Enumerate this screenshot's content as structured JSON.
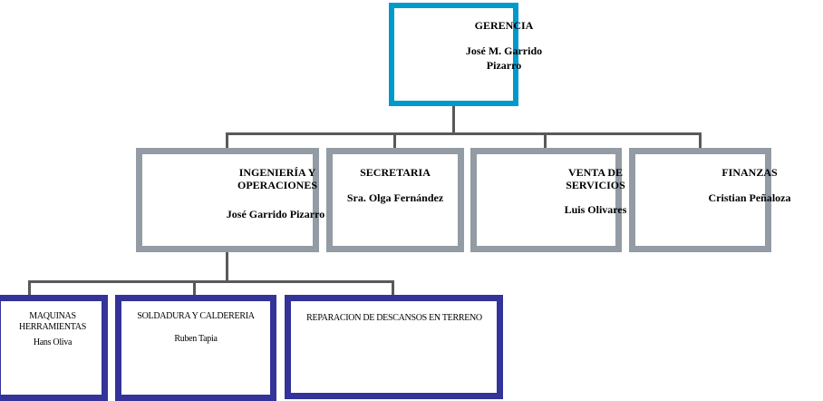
{
  "org_chart": {
    "root": {
      "title": "GERENCIA",
      "person_line1": "José M. Garrido",
      "person_line2": "Pizarro",
      "border_color": "#0099cc"
    },
    "level2": [
      {
        "title_line1": "INGENIERÍA Y",
        "title_line2": "OPERACIONES",
        "person": "José Garrido Pizarro"
      },
      {
        "title_line1": "SECRETARIA",
        "person": "Sra. Olga Fernández"
      },
      {
        "title_line1": "VENTA DE",
        "title_line2": "SERVICIOS",
        "person": "Luis Olivares"
      },
      {
        "title_line1": "FINANZAS",
        "person": "Cristian Peñaloza"
      }
    ],
    "level2_border_color": "#939ba4",
    "level3": [
      {
        "title": "MAQUINAS HERRAMIENTAS",
        "person": "Hans Oliva"
      },
      {
        "title": "SOLDADURA Y CALDERERIA",
        "person": "Ruben Tapia"
      },
      {
        "title": "REPARACION DE DESCANSOS EN TERRENO"
      }
    ],
    "level3_border_color": "#333399",
    "connector_color": "#595959"
  }
}
